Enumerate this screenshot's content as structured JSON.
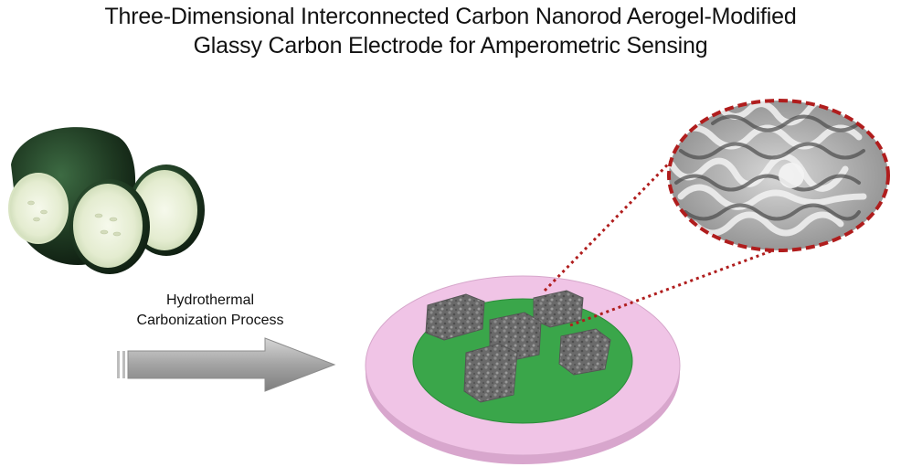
{
  "title": {
    "line1": "Three-Dimensional Interconnected Carbon Nanorod Aerogel-Modified",
    "line2": "Glassy Carbon Electrode for Amperometric Sensing"
  },
  "process": {
    "line1": "Hydrothermal",
    "line2": "Carbonization Process"
  },
  "colors": {
    "electrode_ring": "#f0c4e6",
    "electrode_core": "#3aa64a",
    "aerogel": "#6d6d6d",
    "zoom_outline": "#b01d1d",
    "arrow": "#9a9a9a",
    "melon_skin": "#1f3a22",
    "melon_flesh": "#e9f0d6"
  },
  "icons": {
    "melon": "winter-melon-icon",
    "arrow": "process-arrow-icon",
    "electrode": "electrode-disk-icon",
    "aerogel": "aerogel-block-icon",
    "zoom": "sem-zoom-icon"
  }
}
